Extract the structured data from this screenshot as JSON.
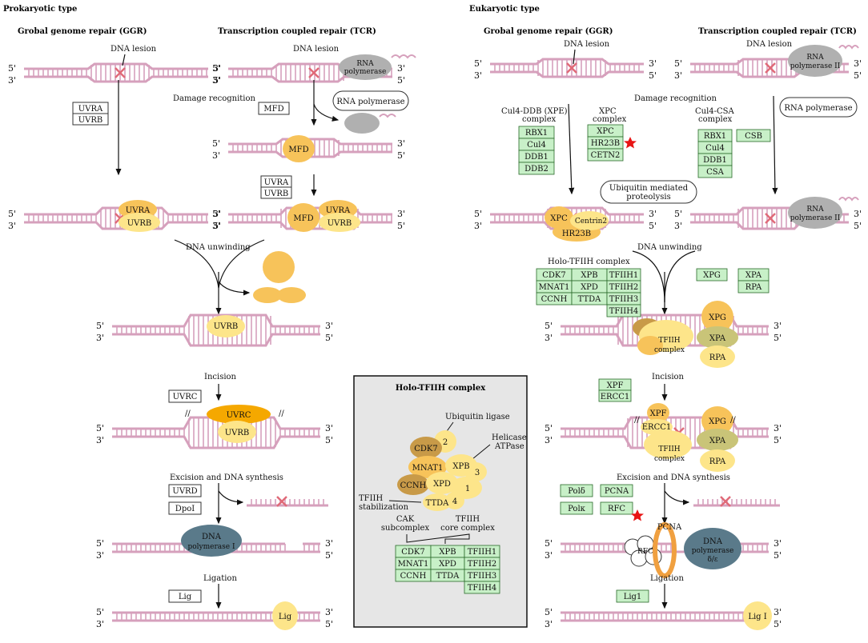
{
  "colors": {
    "dna": "#d6a0bc",
    "lesion": "#e06a78",
    "protein_light": "#fde58a",
    "protein_orange": "#f7c35a",
    "protein_dark": "#c89a48",
    "uvrc": "#f5a800",
    "polymerase": "#5a7a8a",
    "rna_polymerase": "#b0b0b0",
    "green_box": "#c8f0c8",
    "panel": "#e6e6e6"
  },
  "sections": {
    "prokaryotic": "Prokaryotic type",
    "eukaryotic": "Eukaryotic type",
    "ggr": "Grobal genome repair (GGR)",
    "tcr": "Transcription coupled repair (TCR)"
  },
  "ends": {
    "five": "5'",
    "three": "3'"
  },
  "labels": {
    "dna_lesion": "DNA lesion",
    "rna_polymerase": "RNA polymerase",
    "rna_polymerase_ii": "RNA polymerase II",
    "damage_recognition": "Damage recognition",
    "dna_unwinding": "DNA unwinding",
    "incision": "Incision",
    "excision": "Excision and DNA synthesis",
    "ligation": "Ligation",
    "dna_polymerase_i": "DNA polymerase I",
    "dna_polymerase_de": "DNA polymerase δ/ε",
    "ubiquitin_mediated": "Ubiquitin mediated proteolysis",
    "cul4_ddb": "Cul4-DDB (XPE) complex",
    "xpc_complex": "XPC complex",
    "cul4_csa": "Cul4-CSA complex",
    "holo_tfiih": "Holo-TFIIH complex",
    "tfiih_complex": "TFIIH complex"
  },
  "prok_boxes": {
    "uvra": "UVRA",
    "uvrb": "UVRB",
    "mfd": "MFD",
    "uvrc": "UVRC",
    "uvrd": "UVRD",
    "dpoi": "DpoI",
    "lig": "Lig"
  },
  "euk_boxes": {
    "cul4_ddb_list": [
      "RBX1",
      "Cul4",
      "DDB1",
      "DDB2"
    ],
    "xpc_list": [
      "XPC",
      "HR23B",
      "CETN2"
    ],
    "cul4_csa_list": [
      "RBX1",
      "Cul4",
      "DDB1",
      "CSA"
    ],
    "csb": "CSB",
    "tfiih_rows": [
      [
        "CDK7",
        "XPB",
        "TFIIH1"
      ],
      [
        "MNAT1",
        "XPD",
        "TFIIH2"
      ],
      [
        "CCNH",
        "TTDA",
        "TFIIH3"
      ],
      [
        "",
        "",
        "TFIIH4"
      ]
    ],
    "xpg": "XPG",
    "xpa": "XPA",
    "rpa": "RPA",
    "xpf": "XPF",
    "ercc1": "ERCC1",
    "pold": "Polδ",
    "polk": "Polκ",
    "pcna": "PCNA",
    "rfc": "RFC",
    "lig1": "Lig1"
  },
  "shapes": {
    "uvra": "UVRA",
    "uvrb": "UVRB",
    "mfd": "MFD",
    "uvrc": "UVRC",
    "lig": "Lig",
    "xpc": "XPC",
    "centrin2": "Centrin2",
    "hr23b": "HR23B",
    "xpg": "XPG",
    "xpa": "XPA",
    "rpa": "RPA",
    "xpf": "XPF",
    "ercc1": "ERCC1",
    "pcna": "PCNA",
    "rfc": "RFC",
    "lig_i": "Lig I"
  },
  "inset": {
    "title": "Holo-TFIIH complex",
    "ubiquitin_ligase": "Ubiquitin ligase",
    "helicase": "Helicase ATPase",
    "tfiih_stab": "TFIIH stabilization",
    "cak": "CAK subcomplex",
    "core": "TFIIH core complex",
    "subunits": {
      "cdk7": "CDK7",
      "mnat1": "MNAT1",
      "ccnh": "CCNH",
      "xpb": "XPB",
      "xpd": "XPD",
      "ttda": "TTDA",
      "n1": "1",
      "n2": "2",
      "n3": "3",
      "n4": "4"
    }
  }
}
